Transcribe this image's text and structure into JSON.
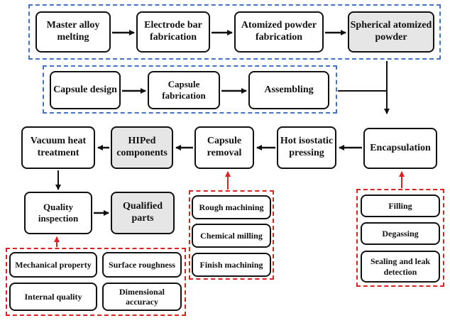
{
  "colors": {
    "accent_blue": "#4472c4",
    "accent_red": "#e02020",
    "highlight_fill": "#e6e6e6",
    "stroke": "#111111"
  },
  "row1": {
    "master_alloy": "Master alloy melting",
    "electrode_bar": "Electrode bar fabrication",
    "atomized_powder": "Atomized powder fabrication",
    "spherical_powder": "Spherical atomized powder"
  },
  "row2": {
    "capsule_design": "Capsule design",
    "capsule_fabrication": "Capsule fabrication",
    "assembling": "Assembling"
  },
  "row3": {
    "encapsulation": "Encapsulation",
    "hot_isostatic": "Hot isostatic pressing",
    "capsule_removal": "Capsule removal",
    "hiped_components": "HIPed components",
    "vacuum_heat": "Vacuum heat treatment"
  },
  "row4": {
    "quality_inspection": "Quality inspection",
    "qualified_parts": "Qualified parts"
  },
  "removal_steps": {
    "rough_machining": "Rough machining",
    "chemical_milling": "Chemical milling",
    "finish_machining": "Finish machining"
  },
  "encapsulation_steps": {
    "filling": "Filling",
    "degassing": "Degassing",
    "sealing": "Sealing and leak detection"
  },
  "inspection_items": {
    "mechanical_property": "Mechanical property",
    "surface_roughness": "Surface roughness",
    "internal_quality": "Internal quality",
    "dimensional_accuracy": "Dimensional accuracy"
  }
}
